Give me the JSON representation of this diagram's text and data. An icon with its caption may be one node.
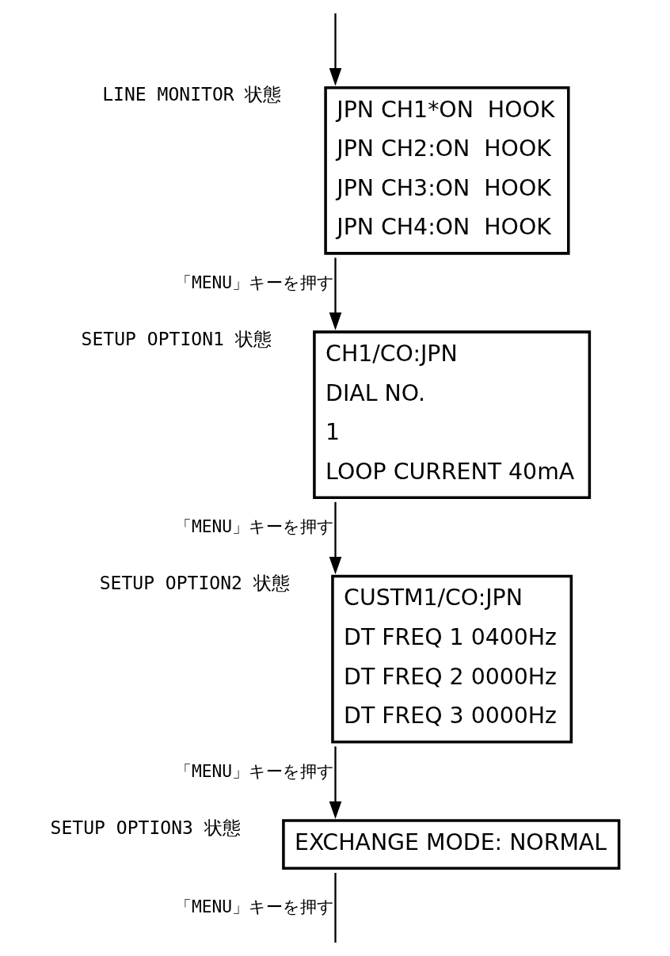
{
  "diagram": {
    "nodes": [
      {
        "text": [
          "JPN CH1*ON  HOOK",
          "JPN CH2:ON  HOOK",
          "JPN CH3:ON  HOOK",
          "JPN CH4:ON  HOOK"
        ],
        "beside": [
          "LINE MONITOR 状態"
        ]
      },
      {
        "text": [
          "CH1/CO:JPN",
          "DIAL NO.",
          "1",
          "LOOP CURRENT 40mA"
        ],
        "beside": [
          "SETUP OPTION1 状態"
        ]
      },
      {
        "text": [
          "CUSTM1/CO:JPN",
          "DT FREQ 1 0400Hz",
          "DT FREQ 2 0000Hz",
          "DT FREQ 3 0000Hz"
        ],
        "beside": [
          "SETUP OPTION2 状態"
        ]
      },
      {
        "text": [
          "EXCHANGE MODE: NORMAL"
        ],
        "beside": [
          "SETUP OPTION3 状態"
        ]
      }
    ],
    "edges": [
      {
        "from": null,
        "to": 0,
        "arrow": "to"
      },
      {
        "from": 0,
        "to": 1,
        "arrow": "to",
        "label": "「MENU」キーを押す"
      },
      {
        "from": 1,
        "to": 2,
        "arrow": "to",
        "label": "「MENU」キーを押す"
      },
      {
        "from": 2,
        "to": 3,
        "arrow": "to",
        "label": "「MENU」キーを押す"
      },
      {
        "from": 3,
        "to": null,
        "arrow": "none",
        "label": "「MENU」キーを押す"
      }
    ]
  }
}
